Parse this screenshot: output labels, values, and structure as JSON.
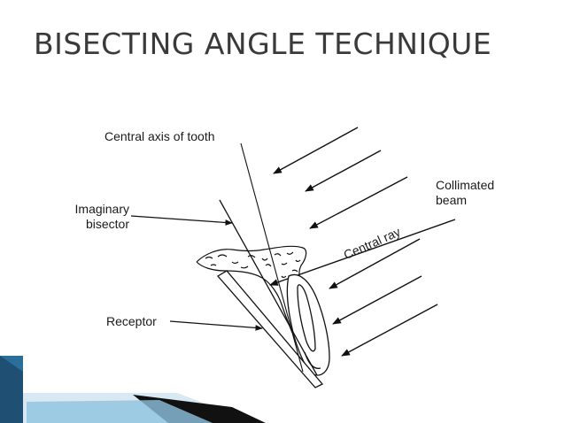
{
  "slide": {
    "title": "BISECTING ANGLE TECHNIQUE"
  },
  "diagram": {
    "labels": {
      "central_axis": "Central axis of tooth",
      "imaginary_bisector_line1": "Imaginary",
      "imaginary_bisector_line2": "bisector",
      "collimated_beam_line1": "Collimated",
      "collimated_beam_line2": "beam",
      "central_ray": "Central ray",
      "receptor": "Receptor"
    },
    "line_color": "#111111"
  },
  "theme": {
    "accent_dark": "#1f4f73",
    "accent_light": "#3f8fbf"
  }
}
